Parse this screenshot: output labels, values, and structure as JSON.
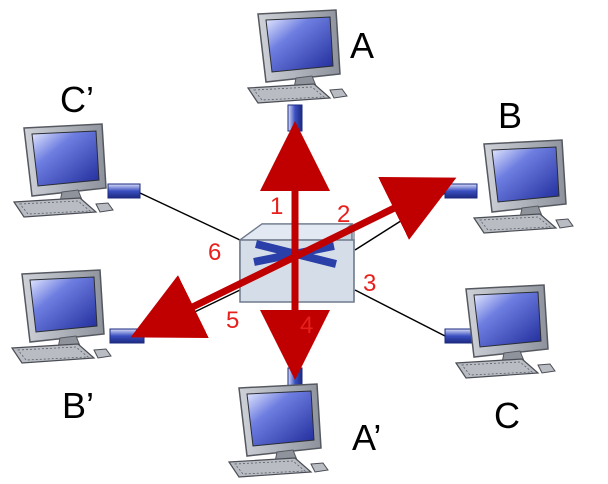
{
  "hosts": [
    {
      "id": "A",
      "label": "A"
    },
    {
      "id": "B",
      "label": "B"
    },
    {
      "id": "C",
      "label": "C"
    },
    {
      "id": "A-prime",
      "label": "A’"
    },
    {
      "id": "B-prime",
      "label": "B’"
    },
    {
      "id": "C-prime",
      "label": "C’"
    }
  ],
  "ports": [
    {
      "label": "1"
    },
    {
      "label": "2"
    },
    {
      "label": "3"
    },
    {
      "label": "4"
    },
    {
      "label": "5"
    },
    {
      "label": "6"
    }
  ],
  "colors": {
    "port_label": "#e8201c",
    "arrow": "#c00000",
    "switch_body": "#d3dde9",
    "monitor_screen": "#2f3fb0",
    "connector": "#3a4fc0"
  }
}
